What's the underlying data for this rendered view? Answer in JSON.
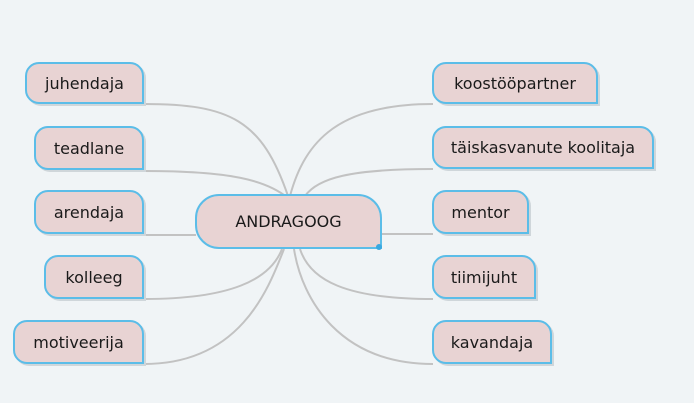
{
  "center": {
    "label": "ANDRAGOOG"
  },
  "left_nodes": [
    {
      "label": "juhendaja"
    },
    {
      "label": "teadlane"
    },
    {
      "label": "arendaja"
    },
    {
      "label": "kolleeg"
    },
    {
      "label": "motiveerija"
    }
  ],
  "right_nodes": [
    {
      "label": "koostööpartner"
    },
    {
      "label": "täiskasvanute koolitaja"
    },
    {
      "label": "mentor"
    },
    {
      "label": "tiimijuht"
    },
    {
      "label": "kavandaja"
    }
  ],
  "colors": {
    "background": "#f0f4f6",
    "node_fill": "#e8d3d3",
    "node_border": "#5bbde8",
    "connector": "#c2c2c2"
  }
}
